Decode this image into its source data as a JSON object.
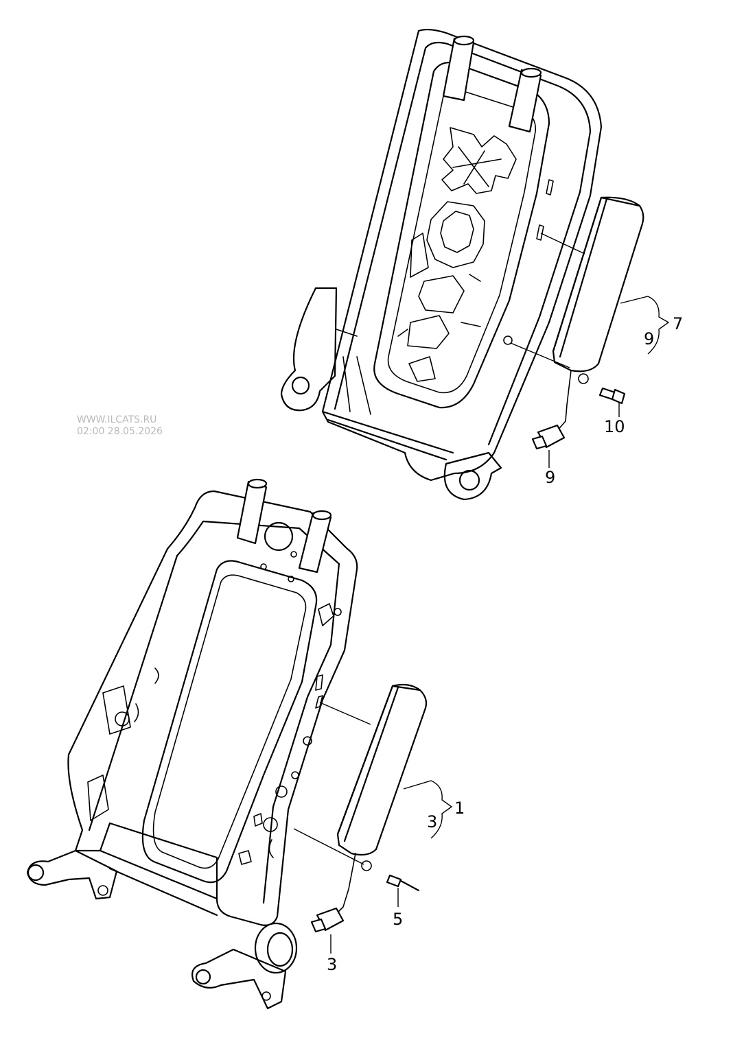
{
  "watermark": {
    "site": "WWW.ILCATS.RU",
    "timestamp": "02:00 28.05.2026"
  },
  "callouts": {
    "upper_group_total": "7",
    "upper_group_sub": "9",
    "upper_bolt": "10",
    "upper_connector": "9",
    "lower_group_total": "1",
    "lower_group_sub": "3",
    "lower_rivet": "5",
    "lower_connector": "3"
  }
}
